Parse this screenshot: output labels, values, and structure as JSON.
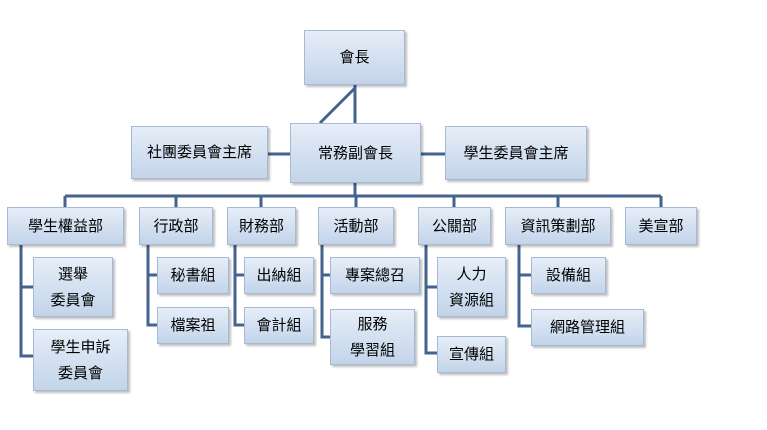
{
  "org_chart": {
    "president": "會長",
    "executive_vp": "常務副會長",
    "club_committee_chair": "社團委員會主席",
    "student_committee_chair": "學生委員會主席",
    "departments": {
      "student_rights": "學生權益部",
      "administration": "行政部",
      "finance": "財務部",
      "activities": "活動部",
      "public_relations": "公關部",
      "information": "資訊策劃部",
      "art": "美宣部"
    },
    "units": {
      "election_committee": "選舉\n委員會",
      "appeal_committee": "學生申訴\n委員會",
      "secretary_group": "秘書組",
      "archive_group": "檔案祖",
      "cashier_group": "出納組",
      "accounting_group": "會計組",
      "project_convener": "專案總召",
      "service_learning": "服務\n學習組",
      "hr_group": "人力\n資源組",
      "publicity_group": "宣傳組",
      "equipment_group": "設備組",
      "network_group": "網路管理組"
    }
  }
}
